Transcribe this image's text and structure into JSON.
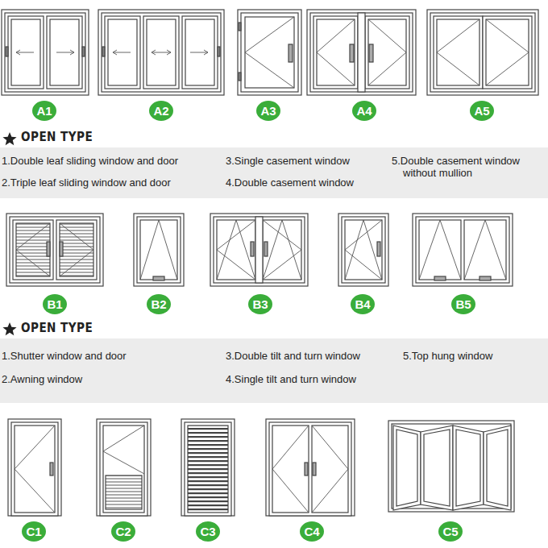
{
  "diagram": {
    "nodes": [
      {
        "text": [
          "A1"
        ]
      },
      {
        "text": [
          "A2"
        ]
      },
      {
        "text": [
          "A3"
        ]
      },
      {
        "text": [
          "A4"
        ]
      },
      {
        "text": [
          "A5"
        ]
      },
      {
        "text": [
          "OPEN TYPE",
          "1.Double leaf sliding window and door",
          "2.Triple leaf sliding window and door",
          "3.Single casement window",
          "4.Double casement window",
          "5.Double casement window without mullion"
        ]
      },
      {
        "text": [
          "B1"
        ]
      },
      {
        "text": [
          "B2"
        ]
      },
      {
        "text": [
          "B3"
        ]
      },
      {
        "text": [
          "B4"
        ]
      },
      {
        "text": [
          "B5"
        ]
      },
      {
        "text": [
          "OPEN TYPE",
          "1.Shutter window and door",
          "2.Awning window",
          "3.Double tilt and turn window",
          "4.Single tilt and turn window",
          "5.Top hung window"
        ]
      },
      {
        "text": [
          "C1"
        ]
      },
      {
        "text": [
          "C2"
        ]
      },
      {
        "text": [
          "C3"
        ]
      },
      {
        "text": [
          "C4"
        ]
      },
      {
        "text": [
          "C5"
        ]
      }
    ]
  }
}
